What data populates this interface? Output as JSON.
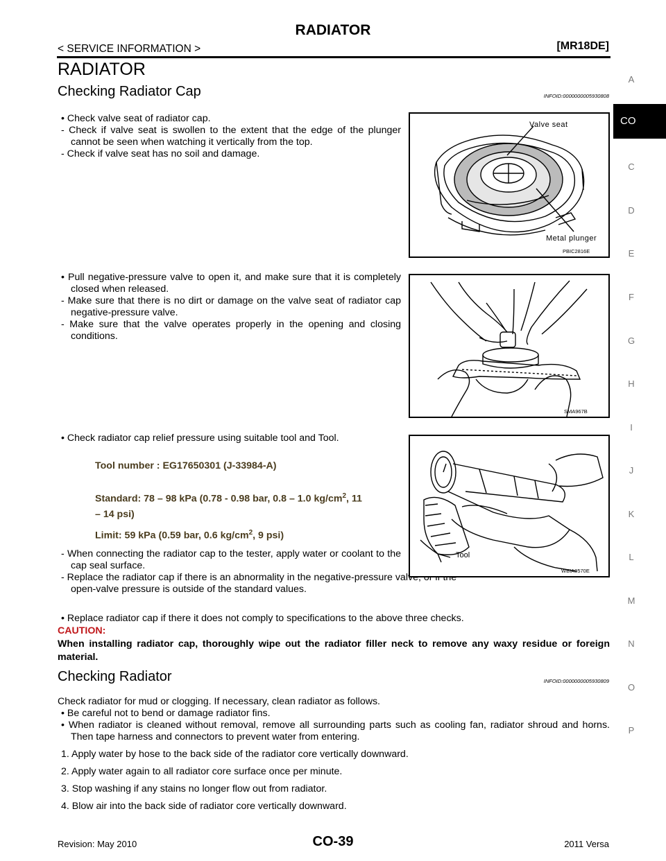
{
  "header": {
    "title": "RADIATOR",
    "section": "< SERVICE INFORMATION >",
    "engine": "[MR18DE]"
  },
  "main_title": "RADIATOR",
  "section1": {
    "heading": "Checking Radiator Cap",
    "infoid": "INFOID:0000000005930808",
    "block1": {
      "bullet": "• Check valve seat of radiator cap.",
      "items": [
        "- Check if valve seat is swollen to the extent that the edge of the plunger cannot be seen when watching it vertically from the top.",
        "- Check if valve seat has no soil and damage."
      ]
    },
    "fig1": {
      "label_top": "Valve seat",
      "label_bottom": "Metal plunger",
      "code": "PBIC2816E"
    },
    "block2": {
      "bullet": "• Pull negative-pressure valve to open it, and make sure that it is completely closed when released.",
      "items": [
        "- Make sure that there is no dirt or damage on the valve seat of radiator cap negative-pressure valve.",
        "- Make sure that the valve operates properly in the opening and closing conditions."
      ]
    },
    "fig2": {
      "code": "SMA967B"
    },
    "block3": {
      "bullet": "• Check radiator cap relief pressure using suitable tool and Tool.",
      "tool_number": "Tool number     : EG17650301 (J-33984-A)",
      "standard_a": "Standard: 78 – 98 kPa (0.78 - 0.98 bar, 0.8 – 1.0 kg/cm",
      "standard_sup": "2",
      "standard_b": ", 11",
      "standard_c": "– 14 psi)",
      "limit_a": "Limit: 59 kPa (0.59 bar, 0.6 kg/cm",
      "limit_sup": "2",
      "limit_b": ", 9 psi)",
      "items": [
        "- When connecting the radiator cap to the tester, apply water or coolant to the cap seal surface.",
        "- Replace the radiator cap if there is an abnormality in the negative-pressure valve, or if the open-valve pressure is outside of the standard values."
      ]
    },
    "fig3": {
      "label": "Tool",
      "code": "WBIA0570E"
    },
    "replace": "• Replace radiator cap if there it does not comply to specifications to the above three checks.",
    "caution_heading": "CAUTION:",
    "caution_body": "When installing radiator cap, thoroughly wipe out the radiator filler neck to remove any waxy residue or foreign material."
  },
  "section2": {
    "heading": "Checking Radiator",
    "infoid": "INFOID:0000000005930809",
    "intro": "Check radiator for mud or clogging. If necessary, clean radiator as follows.",
    "bullets": [
      "• Be careful not to bend or damage radiator fins.",
      "• When radiator is cleaned without removal, remove all surrounding parts such as cooling fan, radiator shroud and horns. Then tape harness and connectors to prevent water from entering."
    ],
    "steps": [
      "1. Apply water by hose to the back side of the radiator core vertically downward.",
      "2. Apply water again to all radiator core surface once per minute.",
      "3. Stop washing if any stains no longer flow out from radiator.",
      "4. Blow air into the back side of radiator core vertically downward."
    ]
  },
  "side_index": [
    "A",
    "CO",
    "C",
    "D",
    "E",
    "F",
    "G",
    "H",
    "I",
    "J",
    "K",
    "L",
    "M",
    "N",
    "O",
    "P"
  ],
  "footer": {
    "revision": "Revision: May 2010",
    "page": "CO-39",
    "model": "2011 Versa"
  }
}
